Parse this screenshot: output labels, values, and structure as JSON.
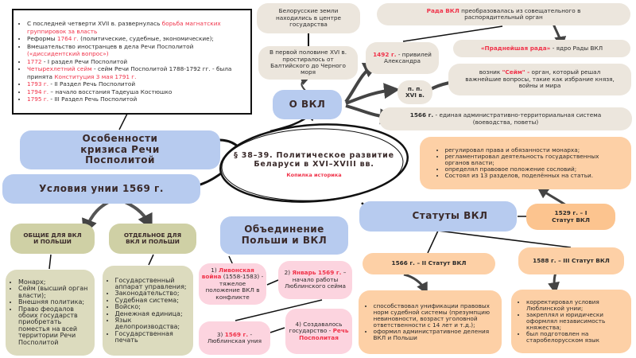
{
  "crisis_list": {
    "items": [
      {
        "pre": "С последней четверти XVII в. развернулась ",
        "hl": "борьба магнатских группировок за власть",
        "post": ""
      },
      {
        "pre": "Реформы ",
        "hl": "1764 г.",
        "post": " (политические, судебные, экономические);"
      },
      {
        "pre": "Вмешательство иностранцев в дела Речи Посполитой ",
        "hl": "(«диссидентский вопрос»)",
        "post": ""
      },
      {
        "pre": "",
        "hl": "1772",
        "post": " - I раздел Речи Посполитой"
      },
      {
        "pre": "",
        "hl": "Четырехлетний сейм",
        "post": " - сейм Речи Посполитой 1788-1792 гг. - была принята ",
        "hl2": "Конституция 3 мая 1791 г."
      },
      {
        "pre": "",
        "hl": "1793 г.",
        "post": " - II Раздел Речь Посполитой"
      },
      {
        "pre": "",
        "hl": "1794 г.",
        "post": " – начало восстания Тадеуша Костюшко"
      },
      {
        "pre": "",
        "hl": "1795 г.",
        "post": " - III Раздел Речь Посполитой"
      }
    ]
  },
  "center": {
    "title_line1": "§ 38–39. Политическое развитие",
    "title_line2": "Беларуси в XVI–XVIII вв.",
    "subtitle": "Копилка историка"
  },
  "branches": {
    "crisis": "Особенности кризиса Речи Посполитой",
    "union_conditions": "Условия унии 1569 г.",
    "about_gdl": "О ВКЛ",
    "statutes": "Статуты ВКЛ",
    "unification": "Объединение Польши и ВКЛ"
  },
  "about": {
    "center_lands": "Белорусские земли находились в центре государства",
    "extent": "В первой половине XVI в. простиралось от Балтийского до Черного моря",
    "rada_hl": "Рада ВКЛ",
    "rada_rest": " преобразовалась из совещательного в распорядительный орган",
    "privilege_hl": "1492 г.",
    "privilege_rest": " - привилей Александра",
    "pradnya_hl": "«Праднейшая рада»",
    "pradnya_rest": " - ядро Рады ВКЛ",
    "pp_label": "п. п. XVI в.",
    "sejm_pre": "возник ",
    "sejm_hl": "\"Сейм\" -",
    "sejm_rest": " орган, который решал важнейшие вопросы, такие как избрание князя, войны и мира",
    "y1566_hl": "1566 г.",
    "y1566_rest": " - единая административно-территориальная система (воеводства, поветы)"
  },
  "statutes": {
    "first_label": "1529 г. – I Статут ВКЛ",
    "first_items": [
      "регулировал права и обязанности монарха;",
      "регламентировал деятельность государственных органов власти;",
      "определял правовое положение сословий;",
      "Состоял из 13 разделов, поделённых на статьи."
    ],
    "second_label": "1566 г. – II Статут ВКЛ",
    "second_items": [
      "способствовал унификации правовых норм судебной системы (презумпцию невиновности, возраст уголовной ответственности с 14 лет и т.д.);",
      "оформил административное деления ВКЛ и Польши"
    ],
    "third_label": "1588 г. – III Статут ВКЛ",
    "third_items": [
      "корректировал условия Люблинской унии;",
      "закреплял и юридически оформлял независимость княжества;",
      "был подготовлен на старобелорусском язык"
    ]
  },
  "union": {
    "common_label": "ОБЩИЕ ДЛЯ ВКЛ И ПОЛЬШИ",
    "common_items": [
      "Монарх;",
      "Сейм (высший орган власти);",
      "Внешняя политика;",
      "Право феодалов обоих государств приобретать поместья на всей территории Речи Посполитой"
    ],
    "separate_label": "ОТДЕЛЬНОЕ ДЛЯ ВКЛ И ПОЛЬШИ",
    "separate_items": [
      "Государственный аппарат управления;",
      "Законодательство;",
      "Судебная система;",
      "Войско;",
      "Денежная единица;",
      "Язык делопроизводства;",
      "Государственная печать"
    ]
  },
  "unification": {
    "step1_num": "1) ",
    "step1_hl": "Ливонская война",
    "step1_rest": " (1558-1583) - тяжелое положение ВКЛ в конфликте",
    "step2_num": "2) ",
    "step2_hl": "Январь 1569 г.",
    "step2_rest": " – начало работы Люблинского сейма",
    "step3_num": "3) ",
    "step3_hl": "1569 г.",
    "step3_rest": " - Люблинская уния",
    "step4_pre": "4) Создавалось государство - ",
    "step4_hl": "Речь Посполитая"
  },
  "colors": {
    "accent_red": "#f0334a",
    "blue_node": "#b7cbef",
    "beige_node": "#ece6dd",
    "peach_node": "#fdd0a6",
    "olive_node": "#cfd0a5",
    "pink_node": "#fcd4df"
  }
}
